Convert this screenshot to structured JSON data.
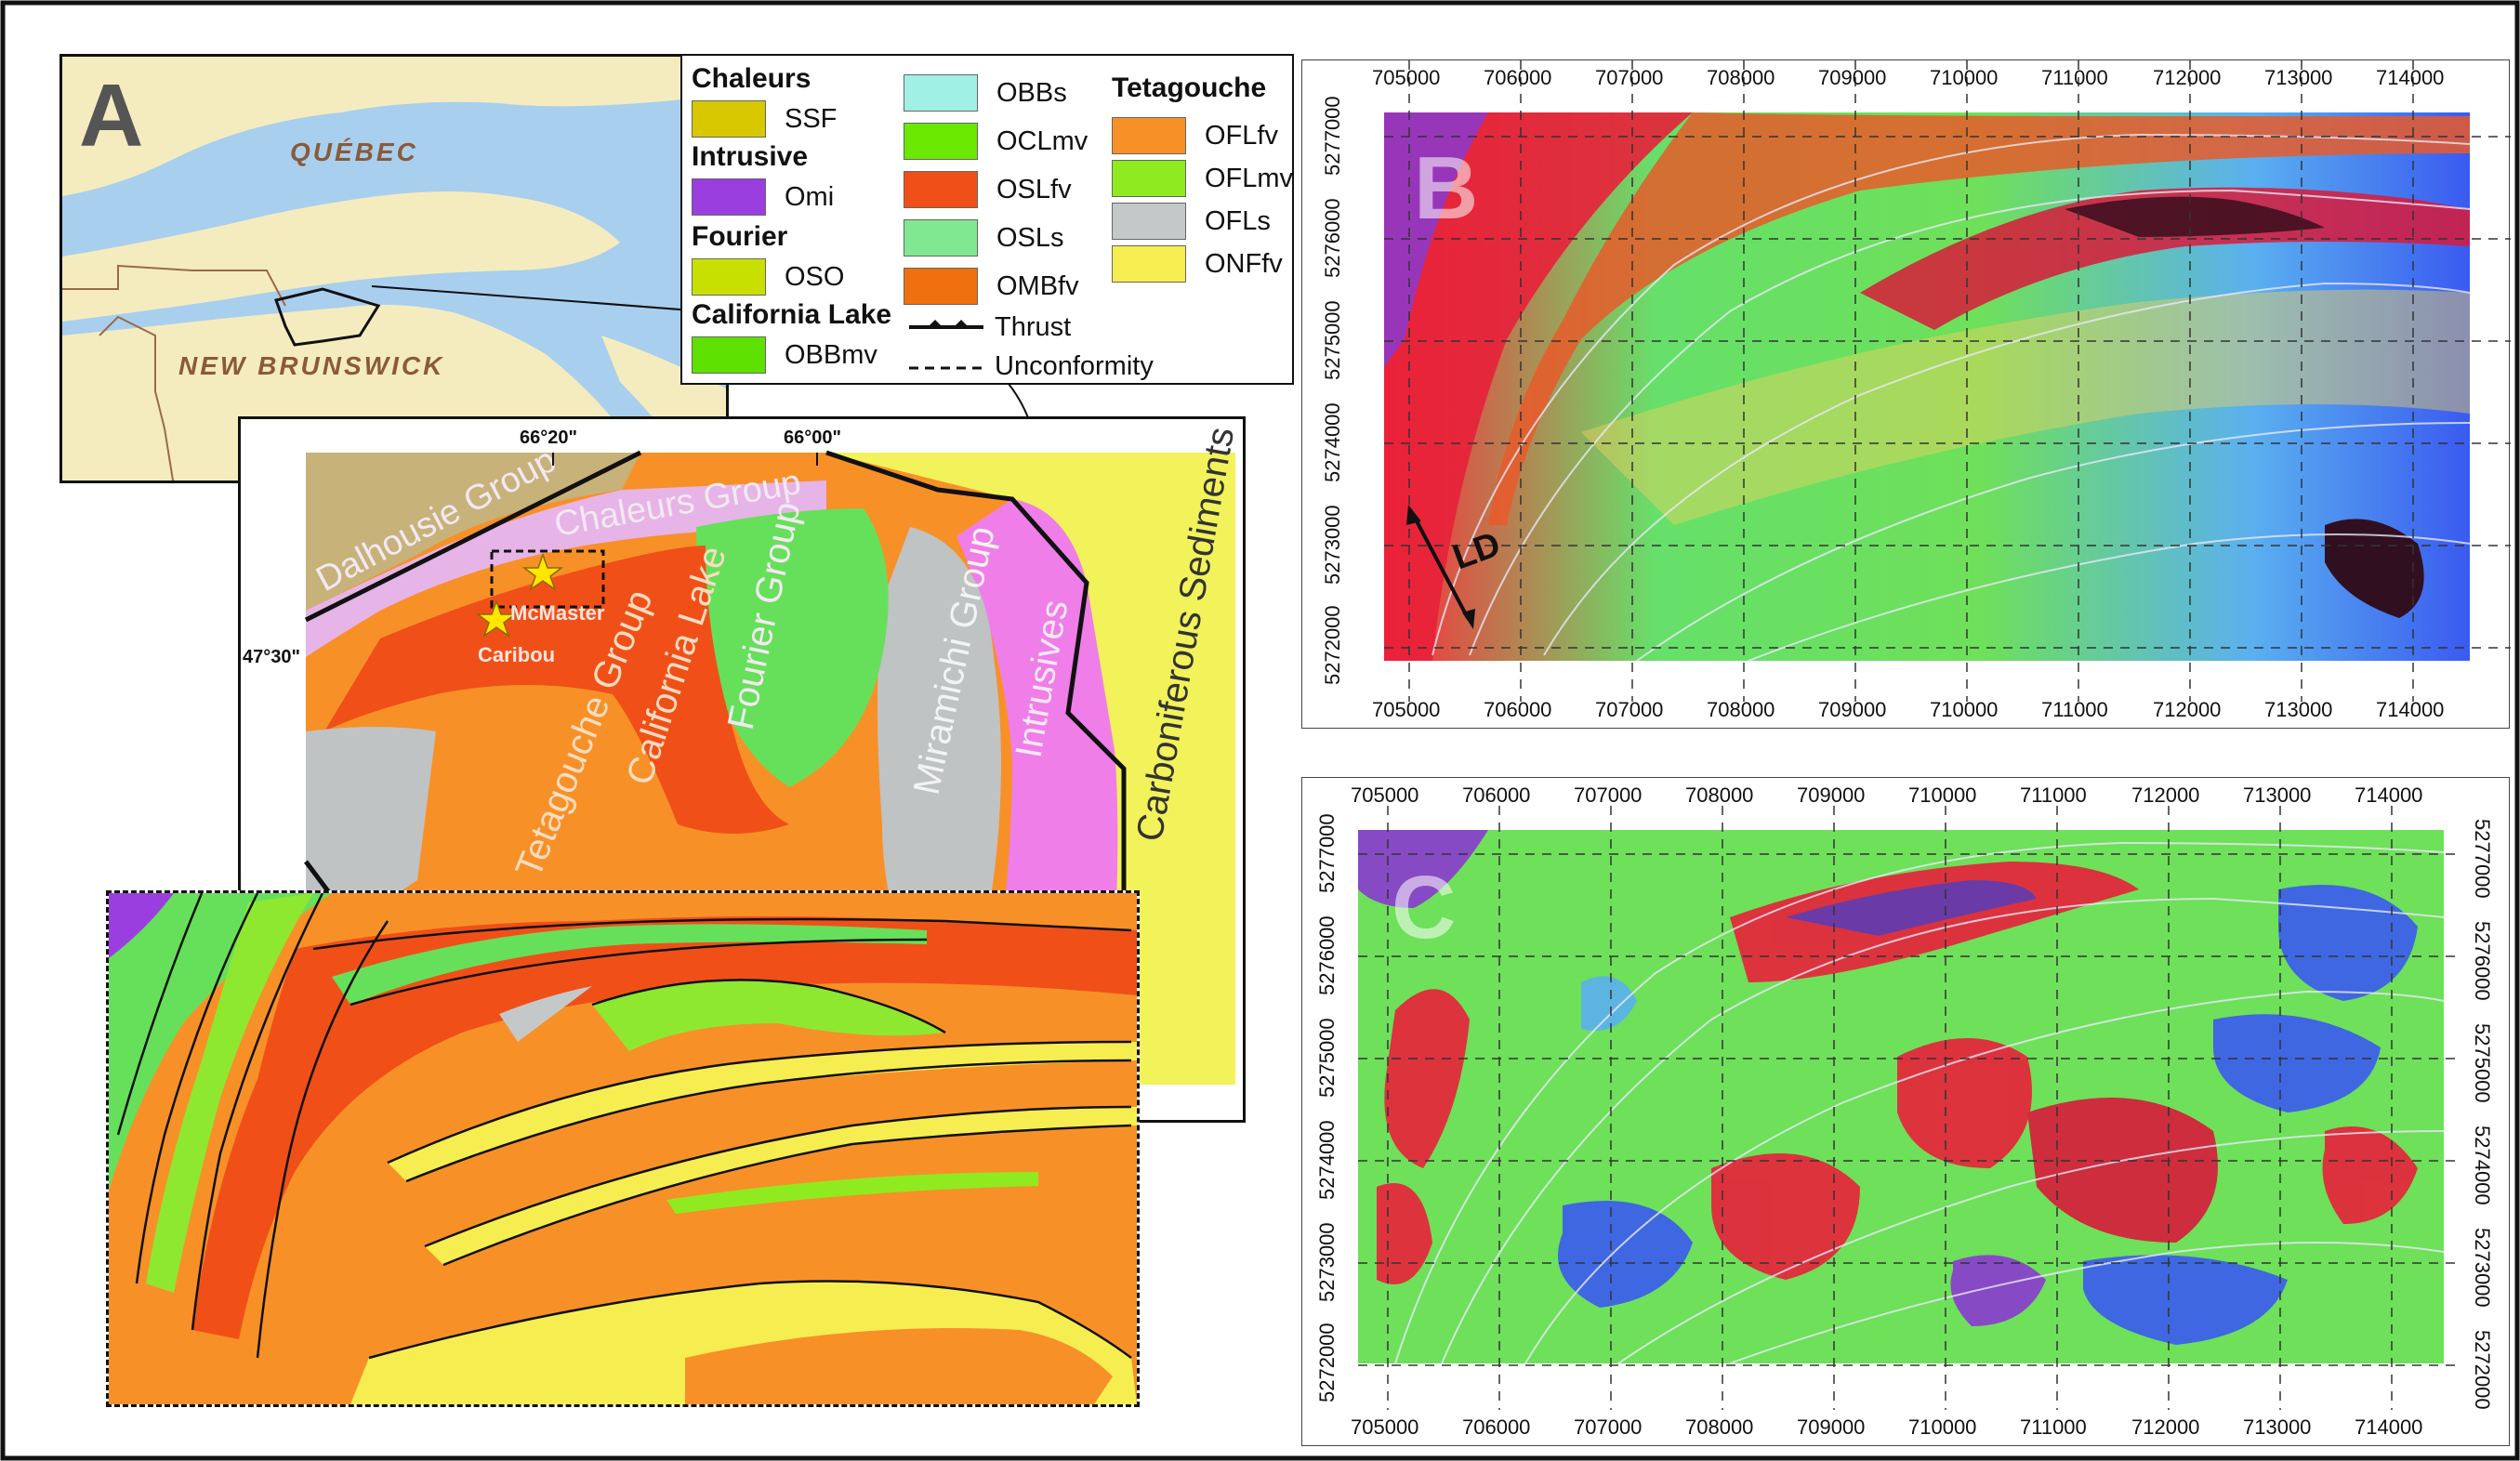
{
  "panel_a": {
    "letter": "A",
    "label_quebec": "QUÉBEC",
    "label_nb": "NEW  BRUNSWICK",
    "colors": {
      "water": "#a9cfee",
      "land": "#f4ecbf",
      "border": "#9a6a4a"
    }
  },
  "legend": {
    "groups": [
      {
        "heading": "Chaleurs",
        "items": [
          {
            "code": "SSF",
            "color": "#d8c800"
          }
        ]
      },
      {
        "heading": "Intrusive",
        "items": [
          {
            "code": "Omi",
            "color": "#9b3ee0"
          }
        ]
      },
      {
        "heading": "Fourier",
        "items": [
          {
            "code": "OSO",
            "color": "#c8e000"
          }
        ]
      },
      {
        "heading": "California Lake",
        "items": [
          {
            "code": "OBBmv",
            "color": "#5ee000"
          }
        ]
      }
    ],
    "col2": [
      {
        "code": "OBBs",
        "color": "#a0f0e6"
      },
      {
        "code": "OCLmv",
        "color": "#6ae800"
      },
      {
        "code": "OSLfv",
        "color": "#f05018"
      },
      {
        "code": "OSLs",
        "color": "#80e890"
      },
      {
        "code": "OMBfv",
        "color": "#f07010"
      }
    ],
    "col3_heading": "Tetagouche",
    "col3": [
      {
        "code": "OFLfv",
        "color": "#f89028"
      },
      {
        "code": "OFLmv",
        "color": "#90ea20"
      },
      {
        "code": "OFLs",
        "color": "#c4c8c8"
      },
      {
        "code": "ONFfv",
        "color": "#f6ee50"
      }
    ],
    "thrust": "Thrust",
    "unconformity": "Unconformity"
  },
  "regional_map": {
    "lon1": "66°20\"",
    "lon2": "66°00\"",
    "lat1": "47°30\"",
    "labels": {
      "dalhousie": "Dalhousie Group",
      "chaleurs": "Chaleurs Group",
      "tetagouche": "Tetagouche Group",
      "california": "California Lake",
      "fourier": "Fourier Group",
      "miramichi": "Miramichi Group",
      "intrusives": "Intrusives",
      "carboniferous": "Carboniferous Sediments",
      "mcmaster": "McMaster",
      "caribou": "Caribou"
    }
  },
  "panel_b": {
    "letter": "B",
    "ld_label": "LD",
    "x_ticks": [
      "705000",
      "706000",
      "707000",
      "708000",
      "709000",
      "710000",
      "711000",
      "712000",
      "713000",
      "714000"
    ],
    "y_ticks": [
      "5277000",
      "5276000",
      "5275000",
      "5274000",
      "5273000",
      "5272000"
    ]
  },
  "panel_c": {
    "letter": "C",
    "x_ticks": [
      "705000",
      "706000",
      "707000",
      "708000",
      "709000",
      "710000",
      "711000",
      "712000",
      "713000",
      "714000"
    ],
    "y_ticks": [
      "5277000",
      "5276000",
      "5275000",
      "5274000",
      "5273000",
      "5272000"
    ]
  }
}
